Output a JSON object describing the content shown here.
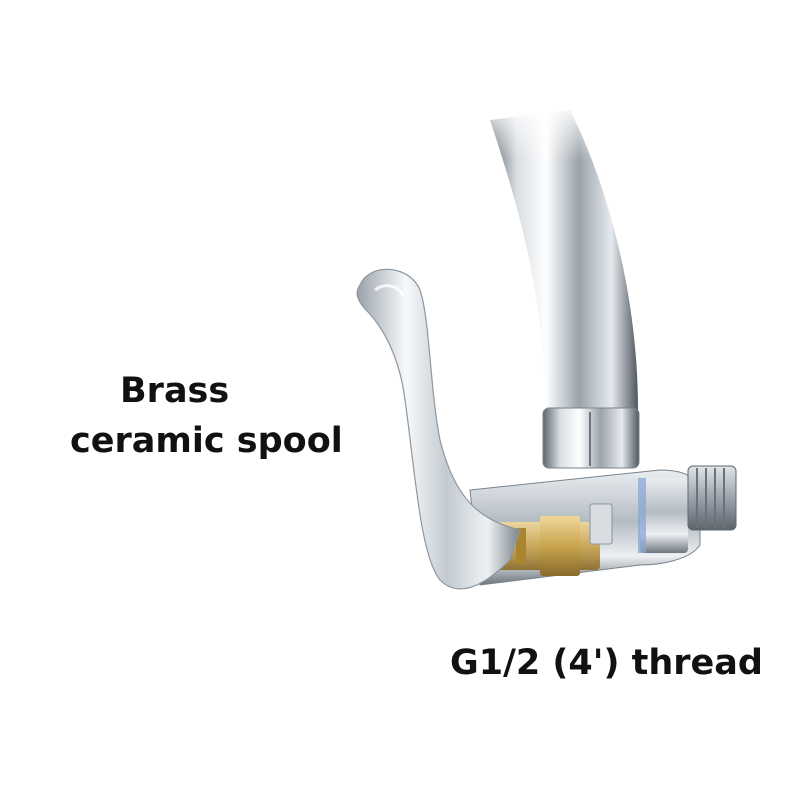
{
  "labels": {
    "spool_line1": "Brass",
    "spool_line2": "ceramic spool",
    "thread": "G1/2 (4') thread"
  },
  "colors": {
    "background": "#ffffff",
    "text": "#111111",
    "chrome_dark": "#6f7780",
    "chrome_mid": "#b9c1c8",
    "chrome_light": "#f4f6f8",
    "brass": "#c9a44f",
    "blue_ring": "#8aa6d6"
  }
}
